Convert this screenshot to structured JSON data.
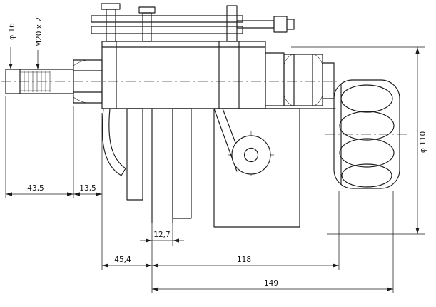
{
  "drawing": {
    "type": "technical-drawing",
    "ink_color": "#1c1c1c",
    "background_color": "#ffffff",
    "dimensions": {
      "phi16": "φ 16",
      "m20": "M20 x 2",
      "phi110": "φ 110",
      "d43_5": "43,5",
      "d13_5": "13,5",
      "d12_7": "12,7",
      "d45_4": "45,4",
      "d118": "118",
      "d149": "149"
    }
  }
}
